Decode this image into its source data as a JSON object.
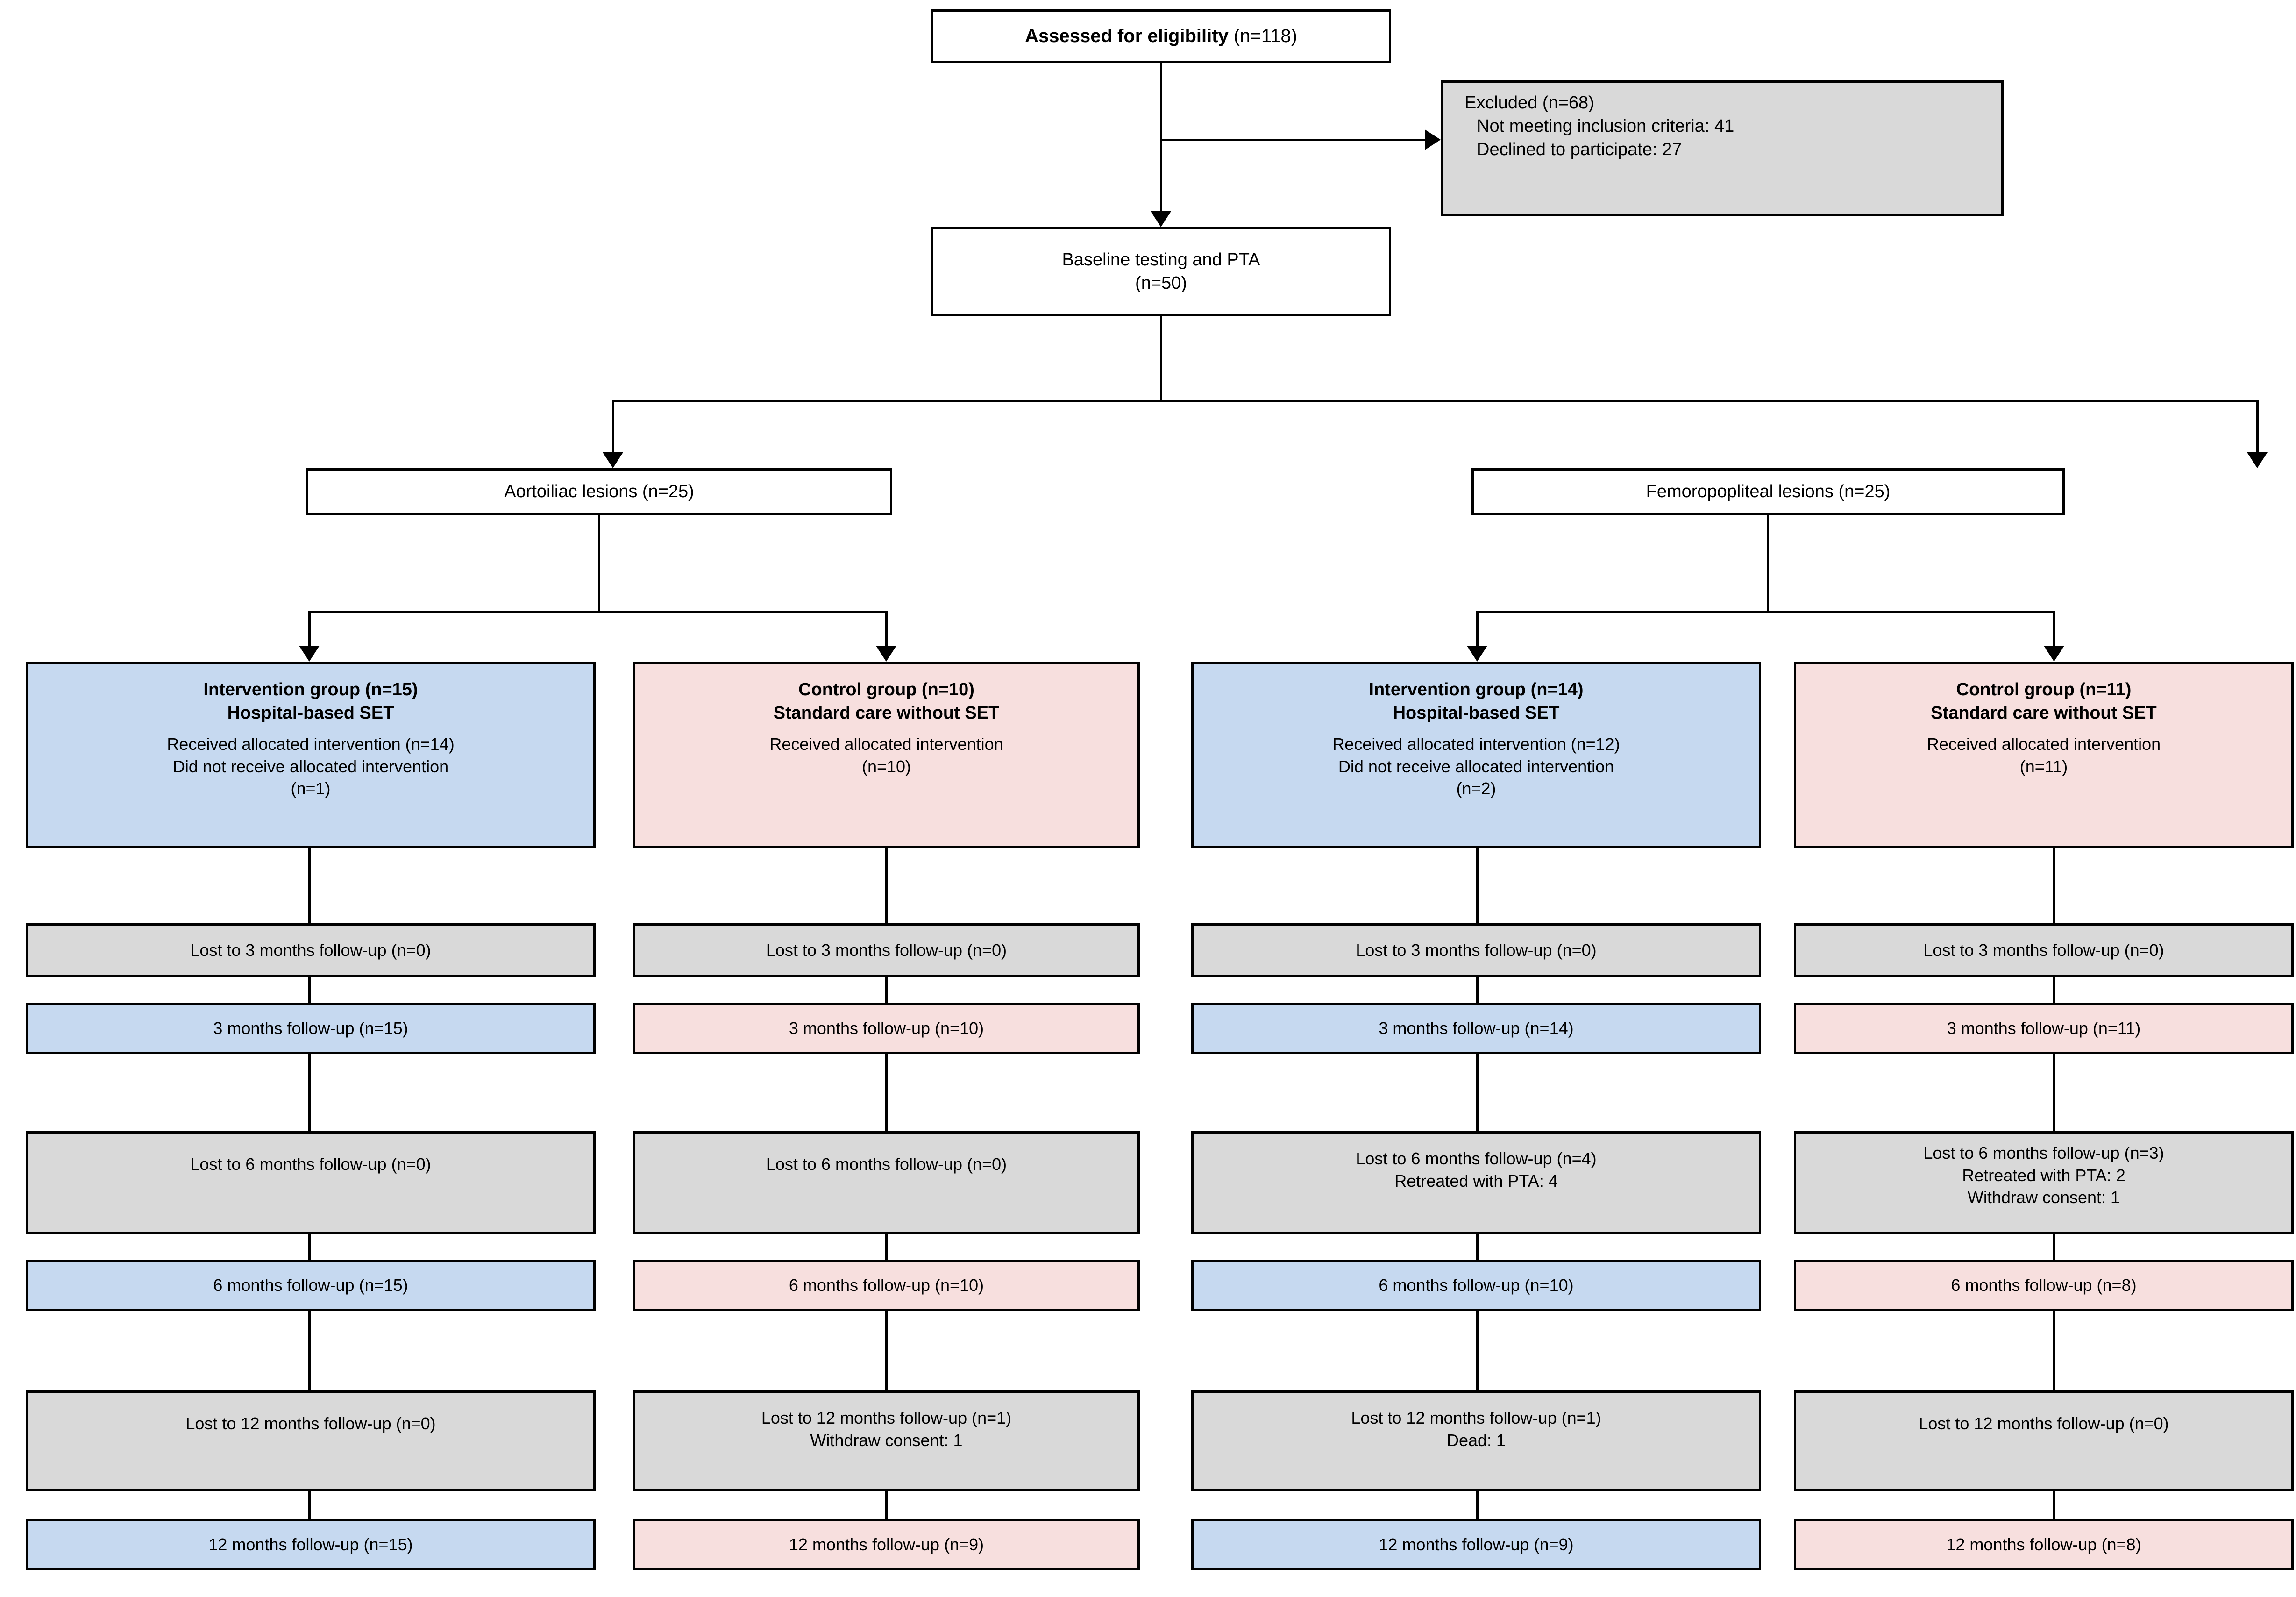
{
  "diagram": {
    "title": "CONSORT participant flow diagram",
    "colors": {
      "gray_fill": "#d9d9d9",
      "blue_fill": "#c6d9f0",
      "pink_fill": "#f7dfde",
      "border": "#000000"
    }
  },
  "enrollment": {
    "assessed": "Assessed for eligibility (n=118)",
    "assessed_bold_part": "Assessed for eligibility",
    "assessed_tail": " (n=118)",
    "excluded_title": "Excluded (n=68)",
    "excluded_reasons": [
      "Not meeting inclusion criteria: 41",
      "Declined to participate: 27"
    ],
    "baseline_line1": "Baseline testing and PTA",
    "baseline_line2": "(n=50)"
  },
  "lesion_groups": [
    {
      "label": "Aortoiliac lesions (n=25)"
    },
    {
      "label": "Femoropopliteal lesions (n=25)"
    }
  ],
  "arms": [
    {
      "id": "aortoiliac-intervention",
      "fill": "blue",
      "title": "Intervention group (n=15)",
      "subtitle": "Hospital-based  SET",
      "body": [
        "Received allocated intervention (n=14)",
        "Did not receive allocated intervention",
        "(n=1)"
      ],
      "timeline": [
        {
          "lost_lines": [
            "Lost to 3 months follow-up (n=0)"
          ],
          "followup": "3 months follow-up (n=15)"
        },
        {
          "lost_lines": [
            "Lost to 6 months follow-up (n=0)"
          ],
          "followup": "6 months follow-up (n=15)"
        },
        {
          "lost_lines": [
            "Lost to 12 months  follow-up (n=0)"
          ],
          "followup": "12 months follow-up (n=15)"
        }
      ]
    },
    {
      "id": "aortoiliac-control",
      "fill": "pink",
      "title": "Control group (n=10)",
      "subtitle": "Standard care without SET",
      "body": [
        "Received allocated intervention",
        "(n=10)"
      ],
      "timeline": [
        {
          "lost_lines": [
            "Lost to 3 months follow-up (n=0)"
          ],
          "followup": "3 months follow-up (n=10)"
        },
        {
          "lost_lines": [
            "Lost to 6 months follow-up (n=0)"
          ],
          "followup": "6 months follow-up (n=10)"
        },
        {
          "lost_lines": [
            "Lost to 12 months  follow-up (n=1)",
            "Withdraw consent: 1"
          ],
          "followup": "12 months follow-up (n=9)"
        }
      ]
    },
    {
      "id": "femoropopliteal-intervention",
      "fill": "blue",
      "title": "Intervention group (n=14)",
      "subtitle": "Hospital-based  SET",
      "body": [
        "Received allocated intervention (n=12)",
        "Did not receive allocated intervention",
        "(n=2)"
      ],
      "timeline": [
        {
          "lost_lines": [
            "Lost to 3 months follow-up (n=0)"
          ],
          "followup": "3 months follow-up (n=14)"
        },
        {
          "lost_lines": [
            "Lost to 6 months follow-up (n=4)",
            "Retreated with PTA: 4"
          ],
          "followup": "6 months follow-up (n=10)"
        },
        {
          "lost_lines": [
            "Lost to 12 months  follow-up (n=1)",
            "Dead: 1"
          ],
          "followup": "12 months follow-up (n=9)"
        }
      ]
    },
    {
      "id": "femoropopliteal-control",
      "fill": "pink",
      "title": "Control group (n=11)",
      "subtitle": "Standard care without SET",
      "body": [
        "Received allocated intervention",
        "(n=11)"
      ],
      "timeline": [
        {
          "lost_lines": [
            "Lost to 3 months follow-up (n=0)"
          ],
          "followup": "3 months follow-up (n=11)"
        },
        {
          "lost_lines": [
            "Lost to 6 months follow-up (n=3)",
            "Retreated with PTA: 2",
            "Withdraw consent: 1"
          ],
          "followup": "6 months follow-up (n=8)"
        },
        {
          "lost_lines": [
            "Lost to 12 months follow-up (n=0)"
          ],
          "followup": "12 months follow-up (n=8)"
        }
      ]
    }
  ]
}
